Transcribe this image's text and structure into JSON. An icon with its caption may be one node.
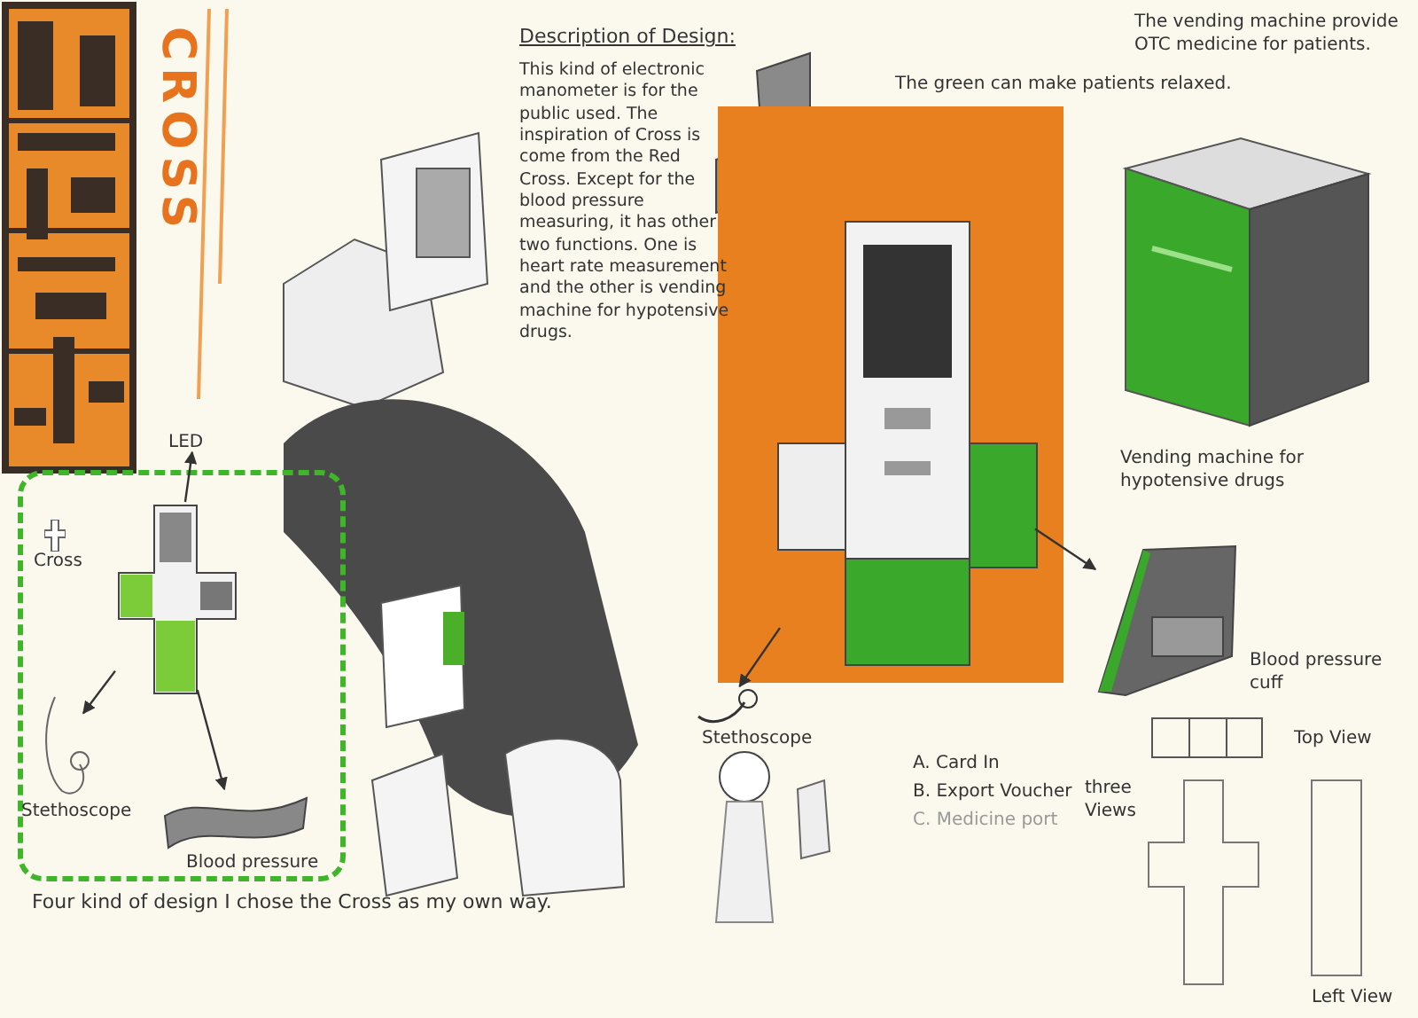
{
  "diagram": {
    "nodes": [
      {
        "text": [],
        "shape": "box"
      },
      {
        "text": [
          "Cross"
        ],
        "in": 0
      },
      {
        "text": [
          "LED"
        ]
      },
      {
        "text": [],
        "shape": "picture",
        "in": 0
      },
      {
        "text": [],
        "shape": "picture",
        "in": 0,
        "beside": [
          "Stethoscope"
        ]
      },
      {
        "text": [],
        "shape": "picture",
        "in": 0,
        "beside": [
          "Blood pressure"
        ]
      },
      {
        "text": [],
        "shape": "picture"
      },
      {
        "text": [],
        "shape": "picture",
        "beside": [
          "Stethoscope"
        ]
      },
      {
        "text": [],
        "shape": "picture",
        "beside": [
          "Blood pressure cuff"
        ]
      }
    ],
    "edges": [
      {
        "from": 3,
        "to": 2,
        "arrow": "to"
      },
      {
        "from": 3,
        "to": 4,
        "arrow": "to"
      },
      {
        "from": 3,
        "to": 5,
        "arrow": "to"
      },
      {
        "from": 6,
        "to": 7,
        "arrow": "to"
      },
      {
        "from": 6,
        "to": 8,
        "arrow": "to"
      }
    ],
    "labels": [
      "CROSS",
      "Description of Design:",
      "This kind of electronic manometer is for the public used. The inspiration of Cross is come from the Red Cross. Except for the blood pressure measuring, it has other two functions. One is heart rate measurement and the other is vending machine for hypotensive drugs.",
      "The vending machine provide OTC medicine for patients.",
      "The green can make patients relaxed.",
      "Vending machine for hypotensive drugs",
      "A. Card In",
      "B. Export Voucher",
      "C. Medicine port",
      "three Views",
      "Top View",
      "Left View",
      "Four kind of design I chose the Cross as my own way."
    ]
  }
}
